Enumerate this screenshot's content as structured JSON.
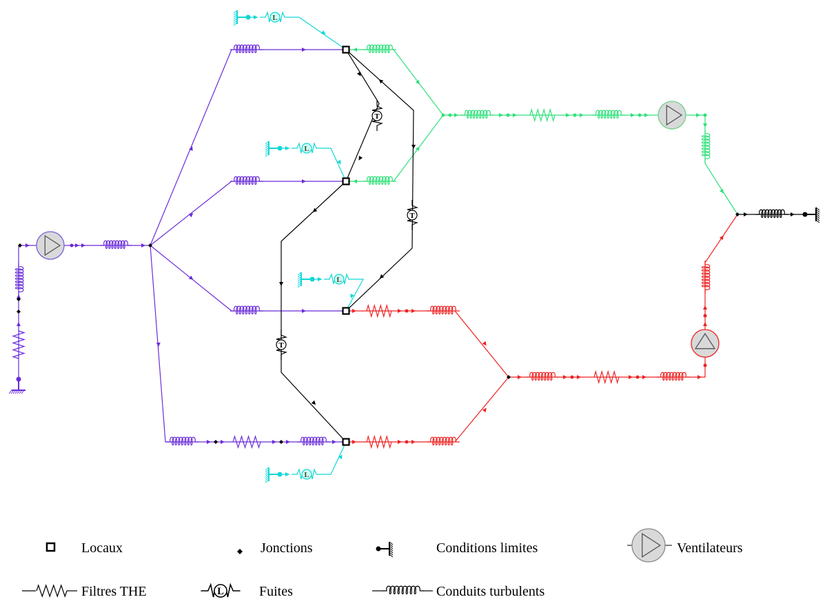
{
  "colors": {
    "supply": "#6a2cd8",
    "cyan_leak": "#12d6d6",
    "green_extract": "#2ee07a",
    "red_extract": "#ee2222",
    "black_transfer": "#000000",
    "fan_fill": "#d9d9d9",
    "fan_stroke_red": "#ee2222",
    "fan_stroke_grey": "#888888"
  },
  "legend": {
    "locaux": "Locaux",
    "jonctions": "Jonctions",
    "conditions": "Conditions limites",
    "ventilateurs": "Ventilateurs",
    "filtres": "Filtres THE",
    "fuites": "Fuites",
    "conduits": "Conduits turbulents"
  },
  "symbols": {
    "leak_letter": "L",
    "transfer_letter": "T"
  }
}
